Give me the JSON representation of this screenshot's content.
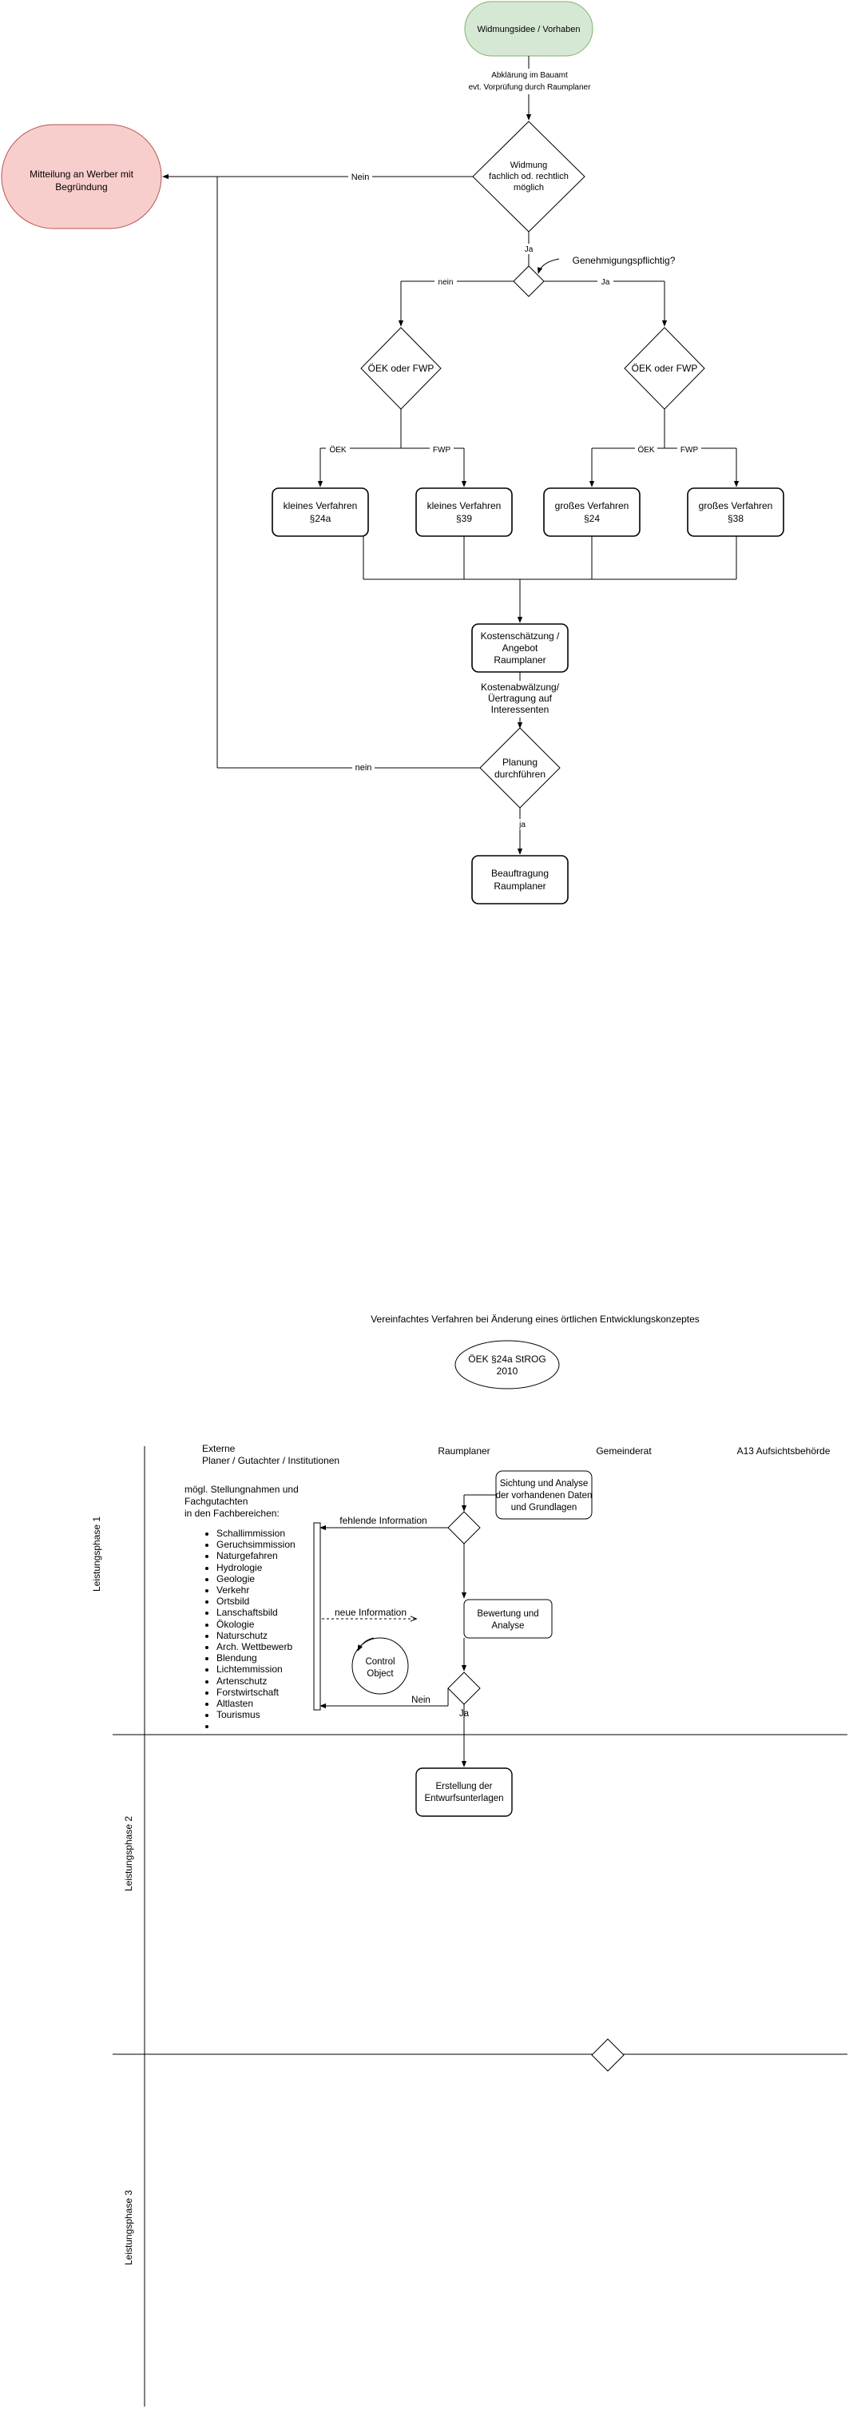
{
  "flow": {
    "start": "Widmungsidee / Vorhaben",
    "clarify": [
      "Abklärung im Bauamt",
      "evt. Vorprüfung durch Raumplaner"
    ],
    "decision1": [
      "Widmung",
      "fachlich od. rechtlich",
      "möglich"
    ],
    "reject": [
      "Mitteilung an Werber mit",
      "Begründung"
    ],
    "no1": "Nein",
    "yes1": "Ja",
    "permit_question": "Genehmigungspflichtig?",
    "permit_no": "nein",
    "permit_yes": "Ja",
    "oek_fwp": "ÖEK oder FWP",
    "oek_fwp_right": "ÖEK oder FWP",
    "label_oek": "ÖEK",
    "label_fwp": "FWP",
    "label_oek_r": "ÖEK",
    "label_fwp_r": "FWP",
    "p1": [
      "kleines Verfahren",
      "§24a"
    ],
    "p2": [
      "kleines Verfahren",
      "§39"
    ],
    "p3": [
      "großes Verfahren",
      "§24"
    ],
    "p4": [
      "großes Verfahren",
      "§38"
    ],
    "cost": [
      "Kostenschätzung /",
      "Angebot",
      "Raumplaner"
    ],
    "cost_transfer": [
      "Kostenabwälzung/",
      "Üertragung auf",
      "Interessenten"
    ],
    "plan": [
      "Planung",
      "durchführen"
    ],
    "plan_no": "nein",
    "plan_yes": "ja",
    "commission": [
      "Beauftragung",
      "Raumplaner"
    ]
  },
  "swimlane": {
    "title": "Vereinfachtes Verfahren bei Änderung eines örtlichen Entwicklungskonzeptes",
    "ellipse": [
      "ÖEK §24a StROG",
      "2010"
    ],
    "col_extern": [
      "Externe",
      "Planer / Gutachter / Institutionen"
    ],
    "col_raumplaner": "Raumplaner",
    "col_gemeinderat": "Gemeinderat",
    "col_a13": "A13 Aufsichtsbehörde",
    "phase1": "Leistungsphase 1",
    "phase2": "Leistungsphase 2",
    "phase3": "Leistungsphase 3",
    "intro": [
      "mögl. Stellungnahmen und Fachgutachten",
      "in den Fachbereichen:"
    ],
    "fields": [
      "Schallimmission",
      "Geruchsimmission",
      "Naturgefahren",
      "Hydrologie",
      "Geologie",
      "Verkehr",
      "Ortsbild",
      "Lanschaftsbild",
      "Ökologie",
      "Naturschutz",
      "Arch. Wettbewerb",
      "Blendung",
      "Lichtemmission",
      "Artenschutz",
      "Forstwirtschaft",
      "Altlasten",
      "Tourismus",
      ""
    ],
    "sichtung": [
      "Sichtung und Analyse",
      "der vorhandenen Daten",
      "und Grundlagen"
    ],
    "missing": "fehlende Information",
    "new_info": "neue Information",
    "bewertung": [
      "Bewertung und",
      "Analyse"
    ],
    "control": [
      "Control",
      "Object"
    ],
    "nein": "Nein",
    "ja": "Ja",
    "erstellung": [
      "Erstellung der",
      "Entwurfsunterlagen"
    ]
  }
}
